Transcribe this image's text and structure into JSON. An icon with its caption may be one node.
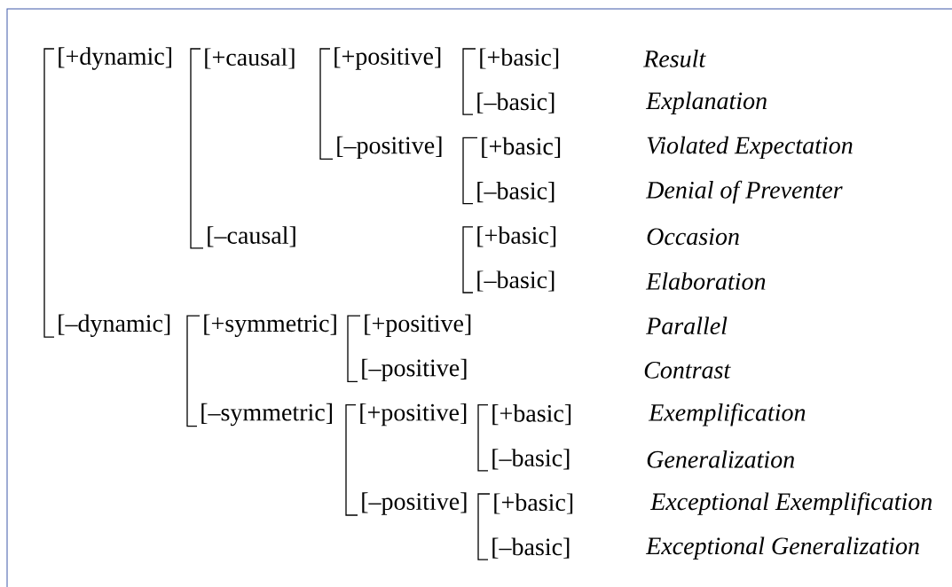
{
  "diagram": {
    "nodes": [
      {
        "text": [
          "[+dynamic]"
        ]
      },
      {
        "text": [
          "[+causal]"
        ]
      },
      {
        "text": [
          "[+positive]"
        ]
      },
      {
        "text": [
          "[+basic]"
        ],
        "beside": [
          "Result"
        ]
      },
      {
        "text": [
          "[–basic]"
        ],
        "beside": [
          "Explanation"
        ]
      },
      {
        "text": [
          "[–positive]"
        ]
      },
      {
        "text": [
          "[+basic]"
        ],
        "beside": [
          "Violated Expectation"
        ]
      },
      {
        "text": [
          "[–basic]"
        ],
        "beside": [
          "Denial of Preventer"
        ]
      },
      {
        "text": [
          "[–causal]"
        ]
      },
      {
        "text": [
          "[+basic]"
        ],
        "beside": [
          "Occasion"
        ]
      },
      {
        "text": [
          "[–basic]"
        ],
        "beside": [
          "Elaboration"
        ]
      },
      {
        "text": [
          "[–dynamic]"
        ]
      },
      {
        "text": [
          "[+symmetric]"
        ]
      },
      {
        "text": [
          "[+positive]"
        ],
        "beside": [
          "Parallel"
        ]
      },
      {
        "text": [
          "[–positive]"
        ],
        "beside": [
          "Contrast"
        ]
      },
      {
        "text": [
          "[–symmetric]"
        ]
      },
      {
        "text": [
          "[+positive]"
        ]
      },
      {
        "text": [
          "[+basic]"
        ],
        "beside": [
          "Exemplification"
        ]
      },
      {
        "text": [
          "[–basic]"
        ],
        "beside": [
          "Generalization"
        ]
      },
      {
        "text": [
          "[–positive]"
        ]
      },
      {
        "text": [
          "[+basic]"
        ],
        "beside": [
          "Exceptional Exemplification"
        ]
      },
      {
        "text": [
          "[–basic]"
        ],
        "beside": [
          "Exceptional Generalization"
        ]
      }
    ],
    "edges": [
      {
        "from": 0,
        "to": 11,
        "arrow": "none"
      },
      {
        "from": 1,
        "to": 8,
        "arrow": "none"
      },
      {
        "from": 2,
        "to": 5,
        "arrow": "none"
      },
      {
        "from": 3,
        "to": 4,
        "arrow": "none"
      },
      {
        "from": 6,
        "to": 7,
        "arrow": "none"
      },
      {
        "from": 9,
        "to": 10,
        "arrow": "none"
      },
      {
        "from": 12,
        "to": 15,
        "arrow": "none"
      },
      {
        "from": 13,
        "to": 14,
        "arrow": "none"
      },
      {
        "from": 16,
        "to": 19,
        "arrow": "none"
      },
      {
        "from": 17,
        "to": 18,
        "arrow": "none"
      },
      {
        "from": 20,
        "to": 21,
        "arrow": "none"
      }
    ]
  }
}
